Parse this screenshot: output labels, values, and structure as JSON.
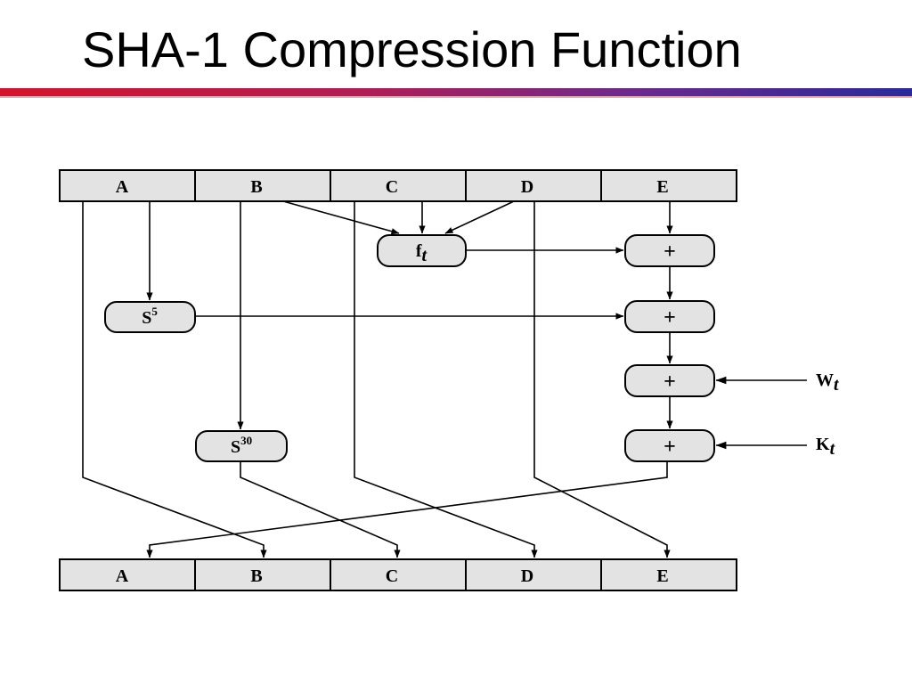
{
  "slide": {
    "title": "SHA-1 Compression Function"
  },
  "diagram": {
    "input_registers": [
      "A",
      "B",
      "C",
      "D",
      "E"
    ],
    "output_registers": [
      "A",
      "B",
      "C",
      "D",
      "E"
    ],
    "f_box": {
      "base": "f",
      "sub": "t"
    },
    "s5_box": {
      "base": "S",
      "sup": "5"
    },
    "s30_box": {
      "base": "S",
      "sup": "30"
    },
    "adder_symbol": "+",
    "w_input": {
      "base": "W",
      "sub": "t"
    },
    "k_input": {
      "base": "K",
      "sub": "t"
    }
  },
  "colors": {
    "box_fill": "#e3e3e3",
    "rule_start": "#d4142c",
    "rule_end": "#2a2a9a"
  }
}
